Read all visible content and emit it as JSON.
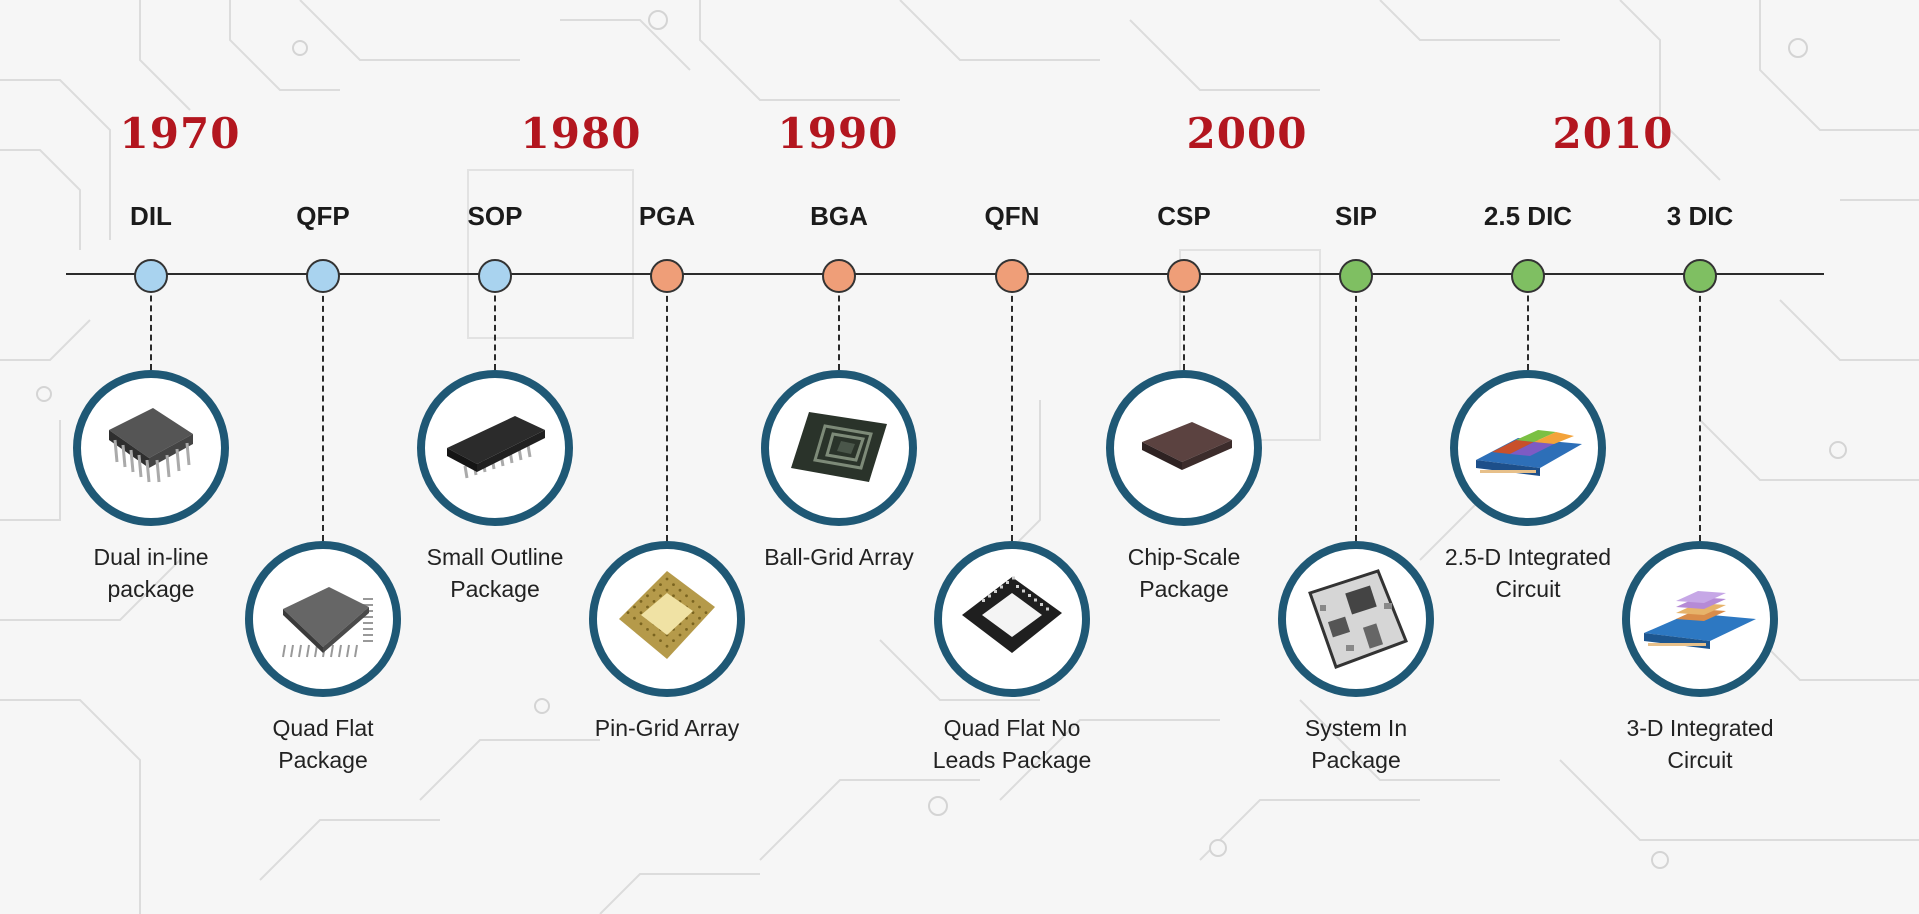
{
  "years": [
    "1970",
    "1980",
    "1990",
    "2000",
    "2010"
  ],
  "packages": [
    {
      "abbr": "DIL",
      "name_lines": [
        "Dual in-line",
        "package"
      ],
      "node_color": "#a9d3ef",
      "icon": "dil-chip-icon"
    },
    {
      "abbr": "QFP",
      "name_lines": [
        "Quad Flat",
        "Package"
      ],
      "node_color": "#a9d3ef",
      "icon": "qfp-chip-icon"
    },
    {
      "abbr": "SOP",
      "name_lines": [
        "Small Outline",
        "Package"
      ],
      "node_color": "#a9d3ef",
      "icon": "sop-chip-icon"
    },
    {
      "abbr": "PGA",
      "name_lines": [
        "Pin-Grid Array"
      ],
      "node_color": "#ef9e78",
      "icon": "pga-chip-icon"
    },
    {
      "abbr": "BGA",
      "name_lines": [
        "Ball-Grid Array"
      ],
      "node_color": "#ef9e78",
      "icon": "bga-chip-icon"
    },
    {
      "abbr": "QFN",
      "name_lines": [
        "Quad Flat No",
        "Leads Package"
      ],
      "node_color": "#ef9e78",
      "icon": "qfn-chip-icon"
    },
    {
      "abbr": "CSP",
      "name_lines": [
        "Chip-Scale",
        "Package"
      ],
      "node_color": "#ef9e78",
      "icon": "csp-chip-icon"
    },
    {
      "abbr": "SIP",
      "name_lines": [
        "System In",
        "Package"
      ],
      "node_color": "#7fbf62",
      "icon": "sip-board-icon"
    },
    {
      "abbr": "2.5 DIC",
      "name_lines": [
        "2.5-D Integrated",
        "Circuit"
      ],
      "node_color": "#7fbf62",
      "icon": "ic-2-5d-icon"
    },
    {
      "abbr": "3 DIC",
      "name_lines": [
        "3-D Integrated",
        "Circuit"
      ],
      "node_color": "#7fbf62",
      "icon": "ic-3d-icon"
    }
  ],
  "colors": {
    "year": "#b3161f",
    "circle_border": "#1f5875",
    "axis": "#2b2b2b",
    "background": "#f6f6f6",
    "traces": "#dadada"
  }
}
